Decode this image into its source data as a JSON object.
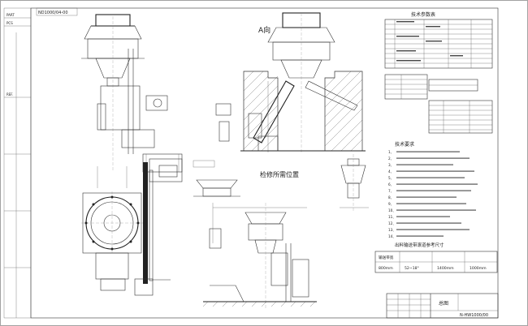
{
  "title_corner": {
    "code": "ND1000/04-00",
    "left_labels": [
      "PART",
      "PCS",
      "REF."
    ]
  },
  "views": {
    "view_a": "A向",
    "service_position": "检修所需位置"
  },
  "tech_params": {
    "title": "技术参数表"
  },
  "tech_requirements": {
    "title": "技术要求",
    "items": [
      "1、",
      "2、",
      "3、",
      "4、",
      "5、",
      "6、",
      "7、",
      "8、",
      "9、",
      "10、",
      "11、",
      "12、",
      "13、",
      "14、"
    ]
  },
  "belt_table": {
    "title": "出料输送带滚道参考尺寸",
    "row1": [
      "输送带宽",
      "",
      "",
      ""
    ],
    "row2": [
      "800mm",
      "52~18°",
      "1400mm",
      "1000mm"
    ]
  },
  "title_block": {
    "name": "总图",
    "drawing_no": "N-HW1000/00"
  }
}
